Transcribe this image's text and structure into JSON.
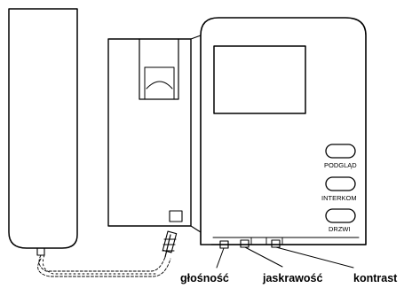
{
  "buttons": {
    "podglad": "PODGLĄD",
    "interkom": "INTERKOM",
    "drzwi": "DRZWI"
  },
  "callouts": {
    "volume": "głośność",
    "brightness": "jaskrawość",
    "contrast": "kontrast"
  }
}
